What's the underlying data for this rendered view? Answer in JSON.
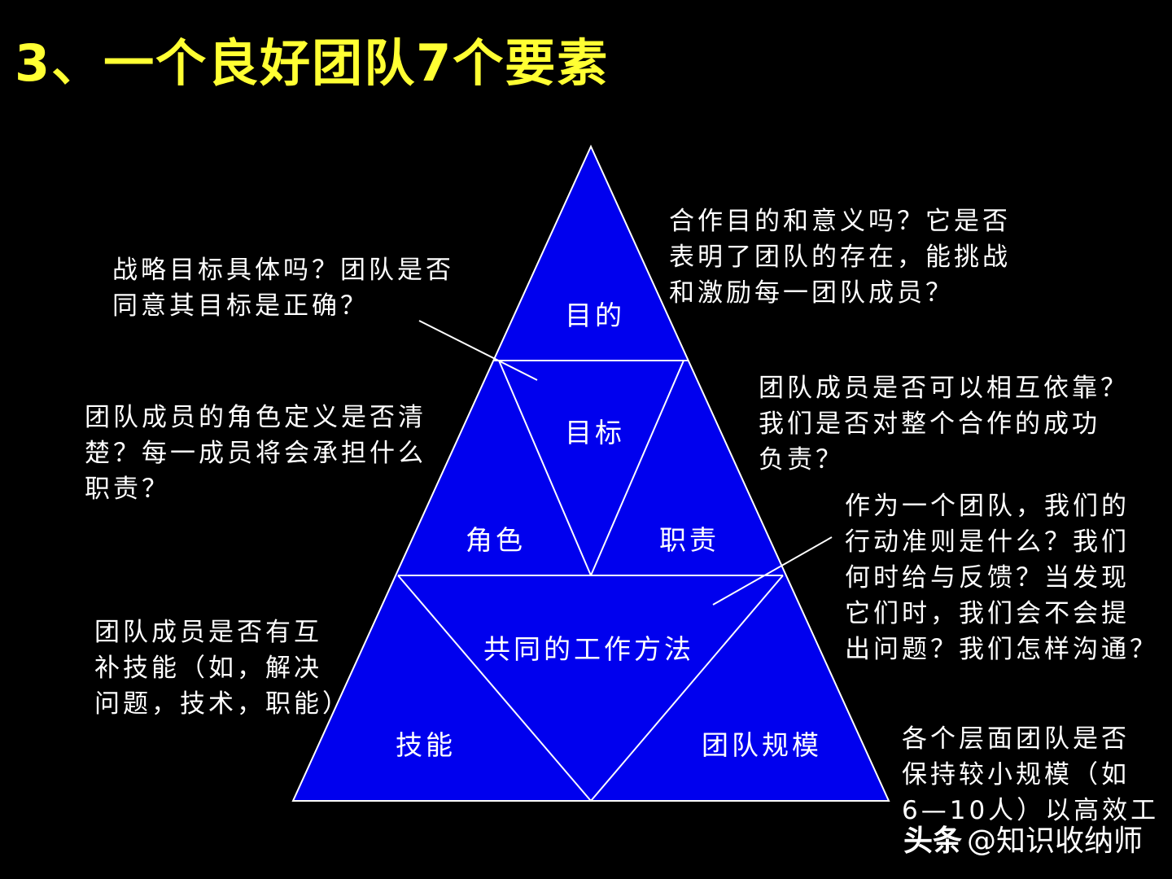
{
  "title": "3、一个良好团队7个要素",
  "colors": {
    "background": "#000000",
    "title": "#ffff33",
    "fill": "#0000ee",
    "line": "#ffffff",
    "text": "#ffffff"
  },
  "labels": {
    "purpose": "目的",
    "goals": "目标",
    "roles": "角色",
    "responsibility": "职责",
    "method": "共同的工作方法",
    "skills": "技能",
    "size": "团队规模"
  },
  "notes": {
    "goals": [
      "战略目标具体吗？团队是否",
      "同意其目标是正确？"
    ],
    "purpose": [
      "合作目的和意义吗？它是否",
      "表明了团队的存在，能挑战",
      "和激励每一团队成员？"
    ],
    "roles": [
      "团队成员的角色定义是否清",
      "楚？每一成员将会承担什么",
      "职责？"
    ],
    "responsibility": [
      "团队成员是否可以相互依靠？",
      "我们是否对整个合作的成功",
      "负责？"
    ],
    "method": [
      "作为一个团队，我们的",
      "行动准则是什么？我们",
      "何时给与反馈？当发现",
      "它们时，我们会不会提",
      "出问题？我们怎样沟通？"
    ],
    "skills": [
      "团队成员是否有互",
      "补技能（如，解决",
      "问题，技术，职能）"
    ],
    "size": [
      "各个层面团队是否",
      "保持较小规模（如",
      "6—10人）以高效工"
    ]
  },
  "watermark": {
    "brand": "头条",
    "handle": "@知识收纳师"
  }
}
